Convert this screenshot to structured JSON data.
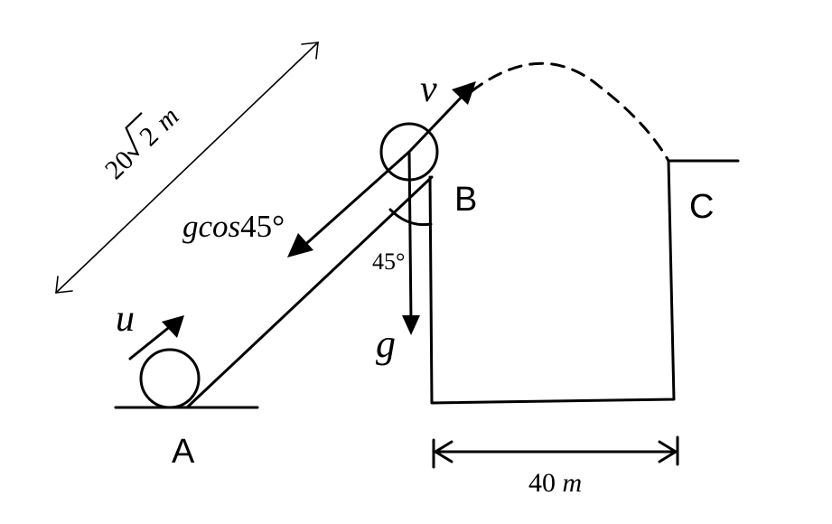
{
  "labels": {
    "point_a": "A",
    "point_b": "B",
    "point_c": "C",
    "initial_velocity": "u",
    "velocity_at_b": "v",
    "gravity": "g",
    "gravity_component_prefix": "gcos",
    "gravity_component_angle": "45°",
    "angle_45": "45°",
    "incline_length_coeff": "20",
    "incline_length_radicand": "2",
    "incline_length_unit": "m",
    "gap_value": "40",
    "gap_unit": "m"
  },
  "colors": {
    "ink": "#000000",
    "background": "#ffffff"
  }
}
